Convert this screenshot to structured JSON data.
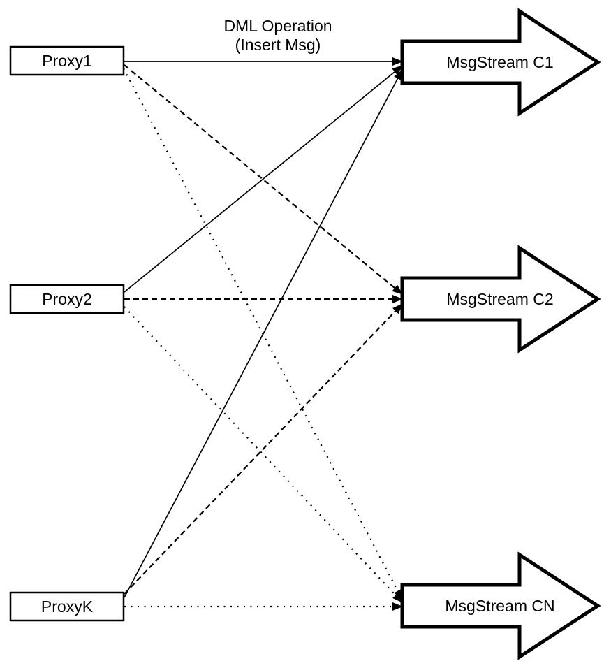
{
  "title": {
    "line1": "DML Operation",
    "line2": "(Insert Msg)"
  },
  "proxies": [
    {
      "id": "proxy1",
      "label": "Proxy1"
    },
    {
      "id": "proxy2",
      "label": "Proxy2"
    },
    {
      "id": "proxyk",
      "label": "ProxyK"
    }
  ],
  "streams": [
    {
      "id": "c1",
      "label": "MsgStream C1",
      "incoming_line_style": "solid"
    },
    {
      "id": "c2",
      "label": "MsgStream C2",
      "incoming_line_style": "dashed"
    },
    {
      "id": "cn",
      "label": "MsgStream CN",
      "incoming_line_style": "dotted"
    }
  ],
  "connections": [
    {
      "from": "Proxy1",
      "to": "MsgStream C1",
      "style": "solid"
    },
    {
      "from": "Proxy1",
      "to": "MsgStream C2",
      "style": "dashed"
    },
    {
      "from": "Proxy1",
      "to": "MsgStream CN",
      "style": "dotted"
    },
    {
      "from": "Proxy2",
      "to": "MsgStream C1",
      "style": "solid"
    },
    {
      "from": "Proxy2",
      "to": "MsgStream C2",
      "style": "dashed"
    },
    {
      "from": "Proxy2",
      "to": "MsgStream CN",
      "style": "dotted"
    },
    {
      "from": "ProxyK",
      "to": "MsgStream C1",
      "style": "solid"
    },
    {
      "from": "ProxyK",
      "to": "MsgStream C2",
      "style": "dashed"
    },
    {
      "from": "ProxyK",
      "to": "MsgStream CN",
      "style": "dotted"
    }
  ],
  "colors": {
    "stroke": "#000000",
    "fill": "#ffffff",
    "background": "#ffffff"
  }
}
